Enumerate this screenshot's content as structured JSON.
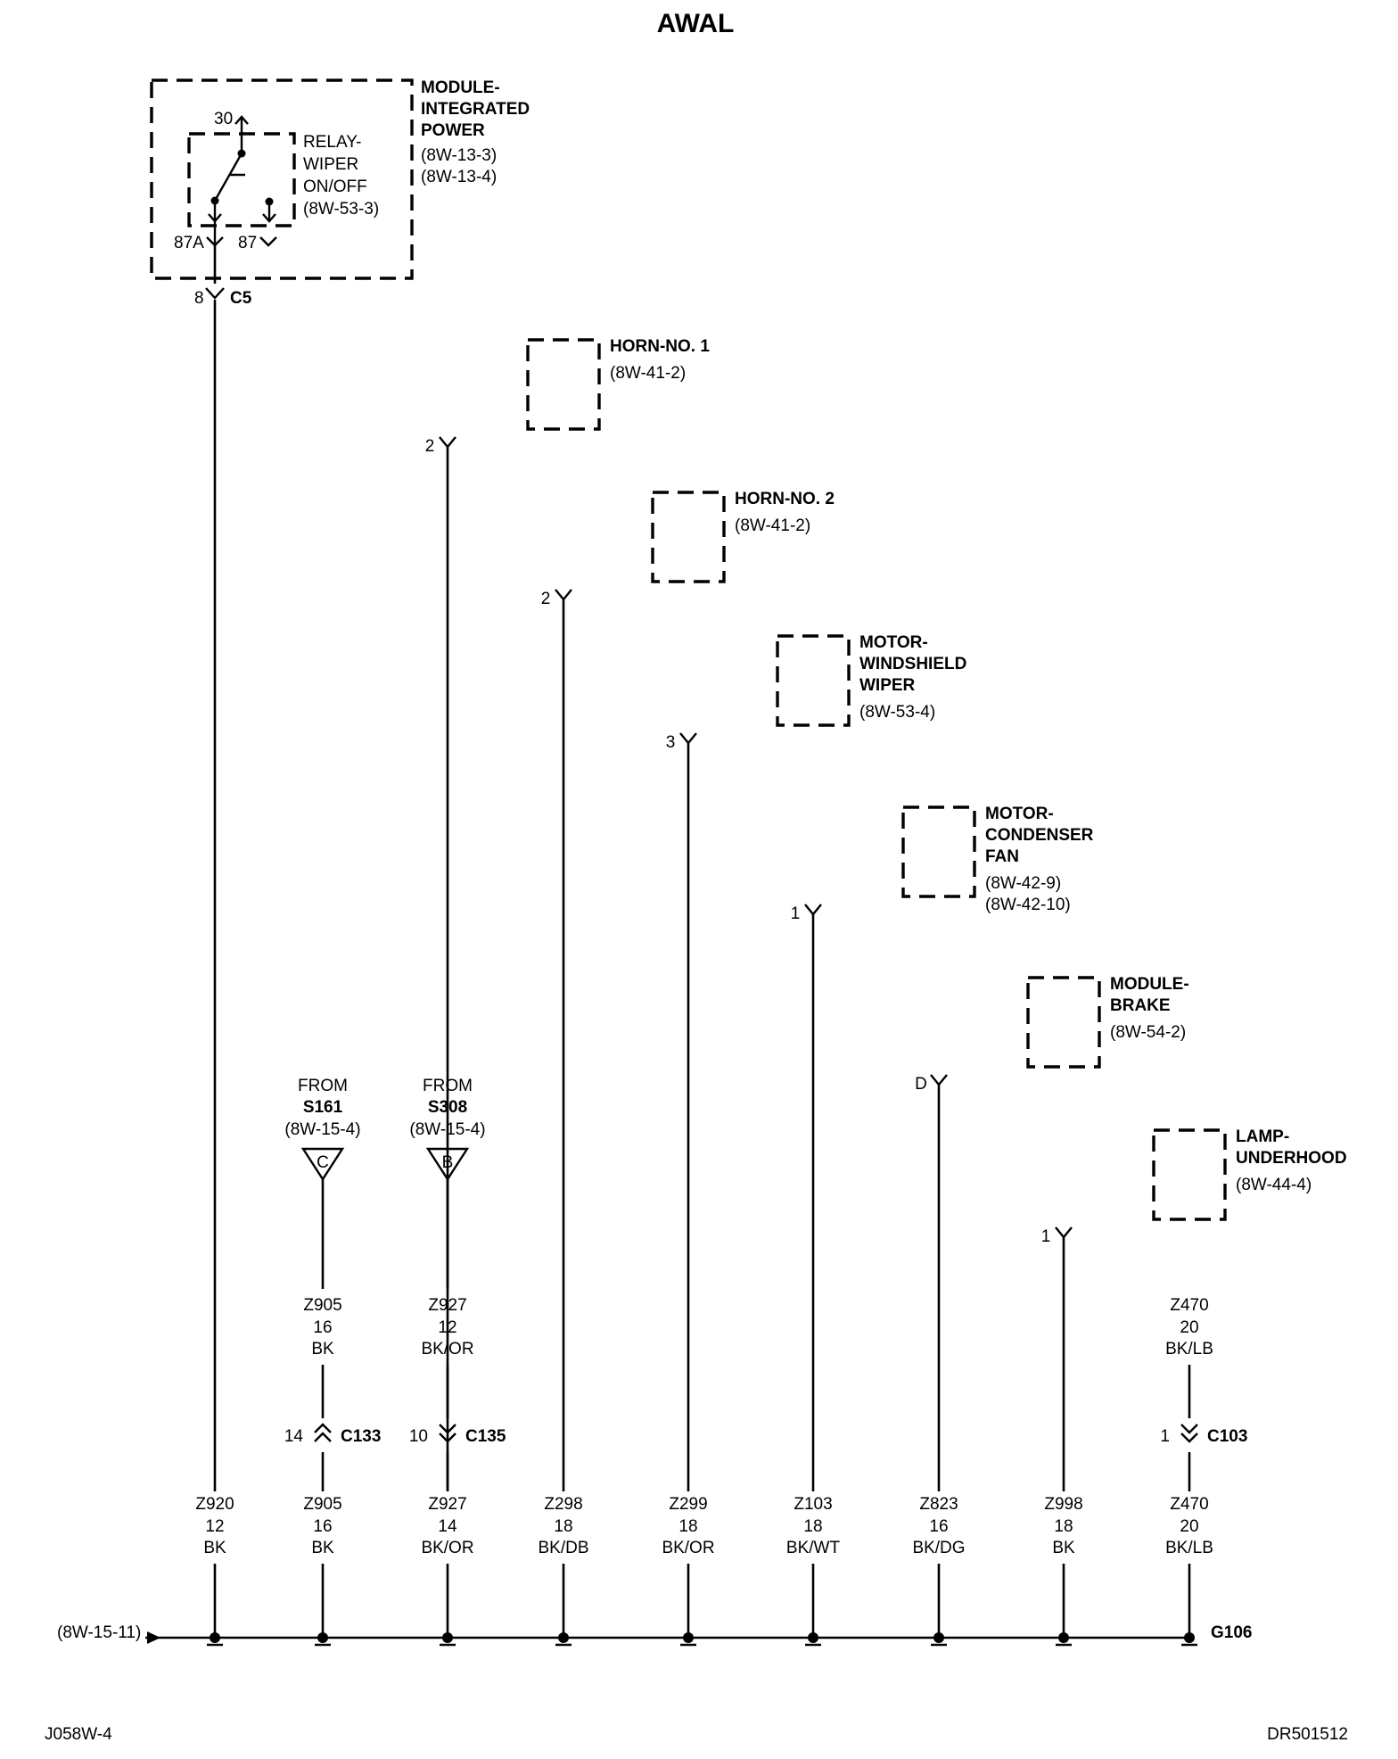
{
  "title": "AWAL",
  "footer": {
    "left": "J058W-4",
    "right": "DR501512"
  },
  "ipm": {
    "name_lines": [
      "MODULE-",
      "INTEGRATED",
      "POWER"
    ],
    "ref_lines": [
      "(8W-13-3)",
      "(8W-13-4)"
    ],
    "connector": "C5",
    "pin": "8"
  },
  "relay": {
    "name_lines": [
      "RELAY-",
      "WIPER",
      "ON/OFF"
    ],
    "ref": "(8W-53-3)",
    "pin_30": "30",
    "pin_87a": "87A",
    "pin_87": "87"
  },
  "components": [
    {
      "name_lines": [
        "HORN-NO. 1"
      ],
      "ref_lines": [
        "(8W-41-2)"
      ],
      "pin": "2"
    },
    {
      "name_lines": [
        "HORN-NO. 2"
      ],
      "ref_lines": [
        "(8W-41-2)"
      ],
      "pin": "2"
    },
    {
      "name_lines": [
        "MOTOR-",
        "WINDSHIELD",
        "WIPER"
      ],
      "ref_lines": [
        "(8W-53-4)"
      ],
      "pin": "3"
    },
    {
      "name_lines": [
        "MOTOR-",
        "CONDENSER",
        "FAN"
      ],
      "ref_lines": [
        "(8W-42-9)",
        "(8W-42-10)"
      ],
      "pin": "1"
    },
    {
      "name_lines": [
        "MODULE-",
        "BRAKE"
      ],
      "ref_lines": [
        "(8W-54-2)"
      ],
      "pin": "D"
    },
    {
      "name_lines": [
        "LAMP-",
        "UNDERHOOD"
      ],
      "ref_lines": [
        "(8W-44-4)"
      ],
      "pin": "1"
    }
  ],
  "from_splices": [
    {
      "from": "FROM",
      "splice": "S161",
      "ref": "(8W-15-4)",
      "letter": "C"
    },
    {
      "from": "FROM",
      "splice": "S308",
      "ref": "(8W-15-4)",
      "letter": "B"
    }
  ],
  "upper_wires": [
    {
      "circuit": "Z905",
      "gauge": "16",
      "color": "BK"
    },
    {
      "circuit": "Z927",
      "gauge": "12",
      "color": "BK/OR"
    },
    {
      "circuit": "Z470",
      "gauge": "20",
      "color": "BK/LB"
    }
  ],
  "inline_connectors": [
    {
      "pin": "14",
      "name": "C133"
    },
    {
      "pin": "10",
      "name": "C135"
    },
    {
      "pin": "1",
      "name": "C103"
    }
  ],
  "ground_wires": [
    {
      "circuit": "Z920",
      "gauge": "12",
      "color": "BK"
    },
    {
      "circuit": "Z905",
      "gauge": "16",
      "color": "BK"
    },
    {
      "circuit": "Z927",
      "gauge": "14",
      "color": "BK/OR"
    },
    {
      "circuit": "Z298",
      "gauge": "18",
      "color": "BK/DB"
    },
    {
      "circuit": "Z299",
      "gauge": "18",
      "color": "BK/OR"
    },
    {
      "circuit": "Z103",
      "gauge": "18",
      "color": "BK/WT"
    },
    {
      "circuit": "Z823",
      "gauge": "16",
      "color": "BK/DG"
    },
    {
      "circuit": "Z998",
      "gauge": "18",
      "color": "BK"
    },
    {
      "circuit": "Z470",
      "gauge": "20",
      "color": "BK/LB"
    }
  ],
  "ground": {
    "ref": "(8W-15-11)",
    "name": "G106"
  }
}
